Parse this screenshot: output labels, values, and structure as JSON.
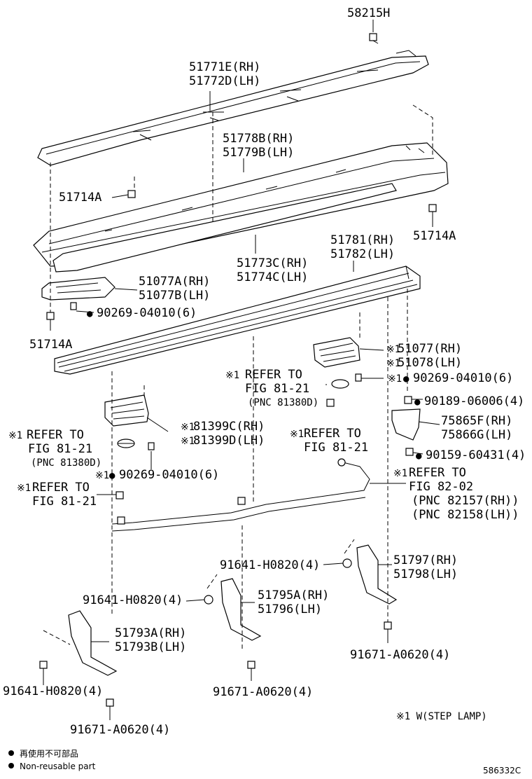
{
  "labels": {
    "p58215H": "58215H",
    "p51771E": "51771E(RH)",
    "p51772D": "51772D(LH)",
    "p51778B": "51778B(RH)",
    "p51779B": "51779B(LH)",
    "p51714A_a": "51714A",
    "p51714A_b": "51714A",
    "p51714A_c": "51714A",
    "p51773C": "51773C(RH)",
    "p51774C": "51774C(LH)",
    "p51781": "51781(RH)",
    "p51782": "51782(LH)",
    "p51077A": "51077A(RH)",
    "p51077B": "51077B(LH)",
    "p90269_a": "90269-04010(6)",
    "p51077": "51077(RH)",
    "p51078": "51078(LH)",
    "p90269_b": "90269-04010(6)",
    "p90189": "90189-06006(4)",
    "p75865F": "75865F(RH)",
    "p75866G": "75866G(LH)",
    "p90159": "90159-60431(4)",
    "p81399C": "81399C(RH)",
    "p81399D": "81399D(LH)",
    "p90269_c": "90269-04010(6)",
    "p91641_a": "91641-H0820(4)",
    "p51797": "51797(RH)",
    "p51798": "51798(LH)",
    "p91641_b": "91641-H0820(4)",
    "p51795A": "51795A(RH)",
    "p51796": "51796(LH)",
    "p51793A": "51793A(RH)",
    "p51793B": "51793B(LH)",
    "p91671_a": "91671-A0620(4)",
    "p91671_b": "91671-A0620(4)",
    "p91641_c": "91641-H0820(4)",
    "p91671_c": "91671-A0620(4)"
  },
  "refs": {
    "r1_l1": "REFER TO",
    "r1_l2": "FIG 81-21",
    "r1_l3": "(PNC 81380D)",
    "r2_l1": "REFER TO",
    "r2_l2": "FIG 81-21",
    "r3_l1": "REFER TO",
    "r3_l2": "FIG 81-21",
    "r3_l3": "(PNC 81380D)",
    "r4_l1": "REFER TO",
    "r4_l2": "FIG 81-21",
    "r5_l1": "REFER TO",
    "r5_l2": "FIG 82-02",
    "r5_l3": "(PNC 82157(RH))",
    "r5_l4": "(PNC 82158(LH))"
  },
  "marks": {
    "note": "※1",
    "bullet": "●"
  },
  "footnote": "※1 W(STEP LAMP)",
  "legend": {
    "jp": "再使用不可部品",
    "en": "Non-reusable part"
  },
  "figure_id": "586332C"
}
